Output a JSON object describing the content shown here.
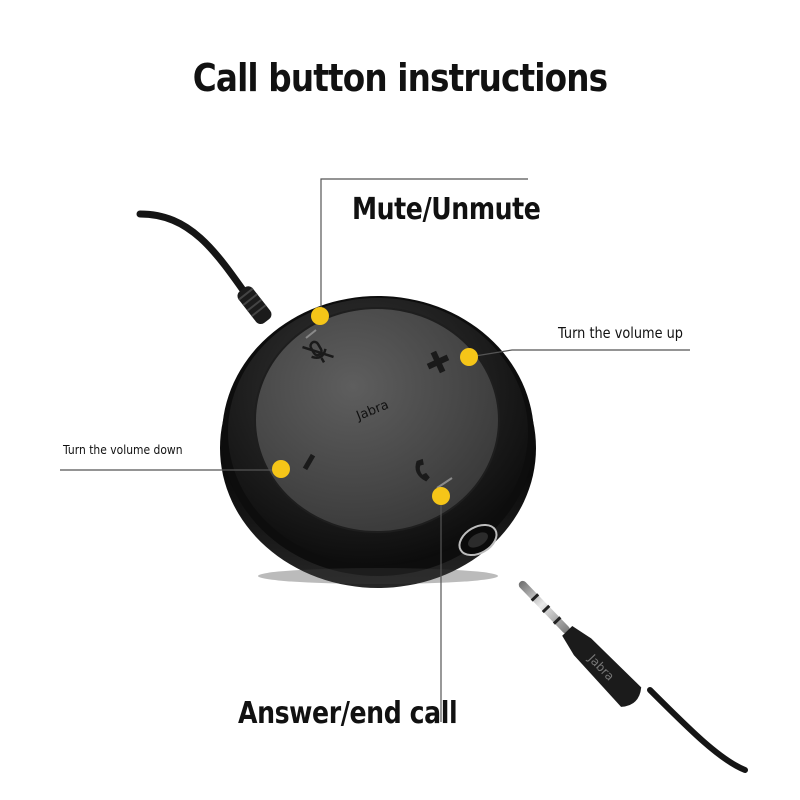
{
  "title": "Call button instructions",
  "callouts": {
    "mute": "Mute/Unmute",
    "volume_up": "Turn the volume up",
    "volume_down": "Turn the volume down",
    "answer_end": "Answer/end call"
  },
  "device": {
    "brand_face": "Jabra",
    "brand_plug": "Jabra"
  },
  "colors": {
    "marker": "#f5c518",
    "line": "#555555",
    "title": "#111111"
  },
  "icons": {
    "mute": "mic-off-icon",
    "volume_up": "plus-icon",
    "volume_down": "minus-icon",
    "answer_end": "phone-icon"
  }
}
